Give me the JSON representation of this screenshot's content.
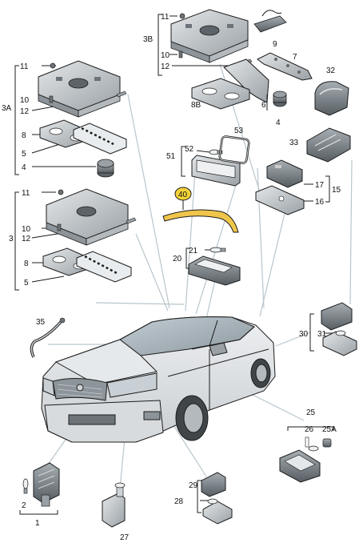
{
  "colors": {
    "background": "#ffffff",
    "part_fill": "#cfd3d6",
    "part_dark": "#7b8287",
    "outline": "#1c1c1c",
    "leader": "#b9c6cc",
    "highlight_badge": "#f3d23a",
    "highlight_part": "#f0c64a"
  },
  "icons": {
    "bulb": "bulb-icon",
    "screw": "screw-icon",
    "clip": "clip-icon"
  },
  "labels": {
    "l11a": "11",
    "l10a": "10",
    "l12a": "12",
    "l3B": "3B",
    "l9": "9",
    "l7": "7",
    "l32": "32",
    "l8B": "8B",
    "l6": "6",
    "l4a": "4",
    "l11b": "11",
    "l3A": "3A",
    "l10b": "10",
    "l12b": "12",
    "l8a": "8",
    "l5a": "5",
    "l4b": "4",
    "l53": "53",
    "l52": "52",
    "l51": "51",
    "l33": "33",
    "l17": "17",
    "l15": "15",
    "l16": "16",
    "l40": "40",
    "l11c": "11",
    "l10c": "10",
    "l3": "3",
    "l12c": "12",
    "l21": "21",
    "l20": "20",
    "l8b": "8",
    "l5b": "5",
    "l35": "35",
    "l30": "30",
    "l31": "31",
    "l25": "25",
    "l26": "26",
    "l25A": "25A",
    "l2": "2",
    "l1": "1",
    "l27": "27",
    "l28": "28",
    "l29": "29"
  }
}
